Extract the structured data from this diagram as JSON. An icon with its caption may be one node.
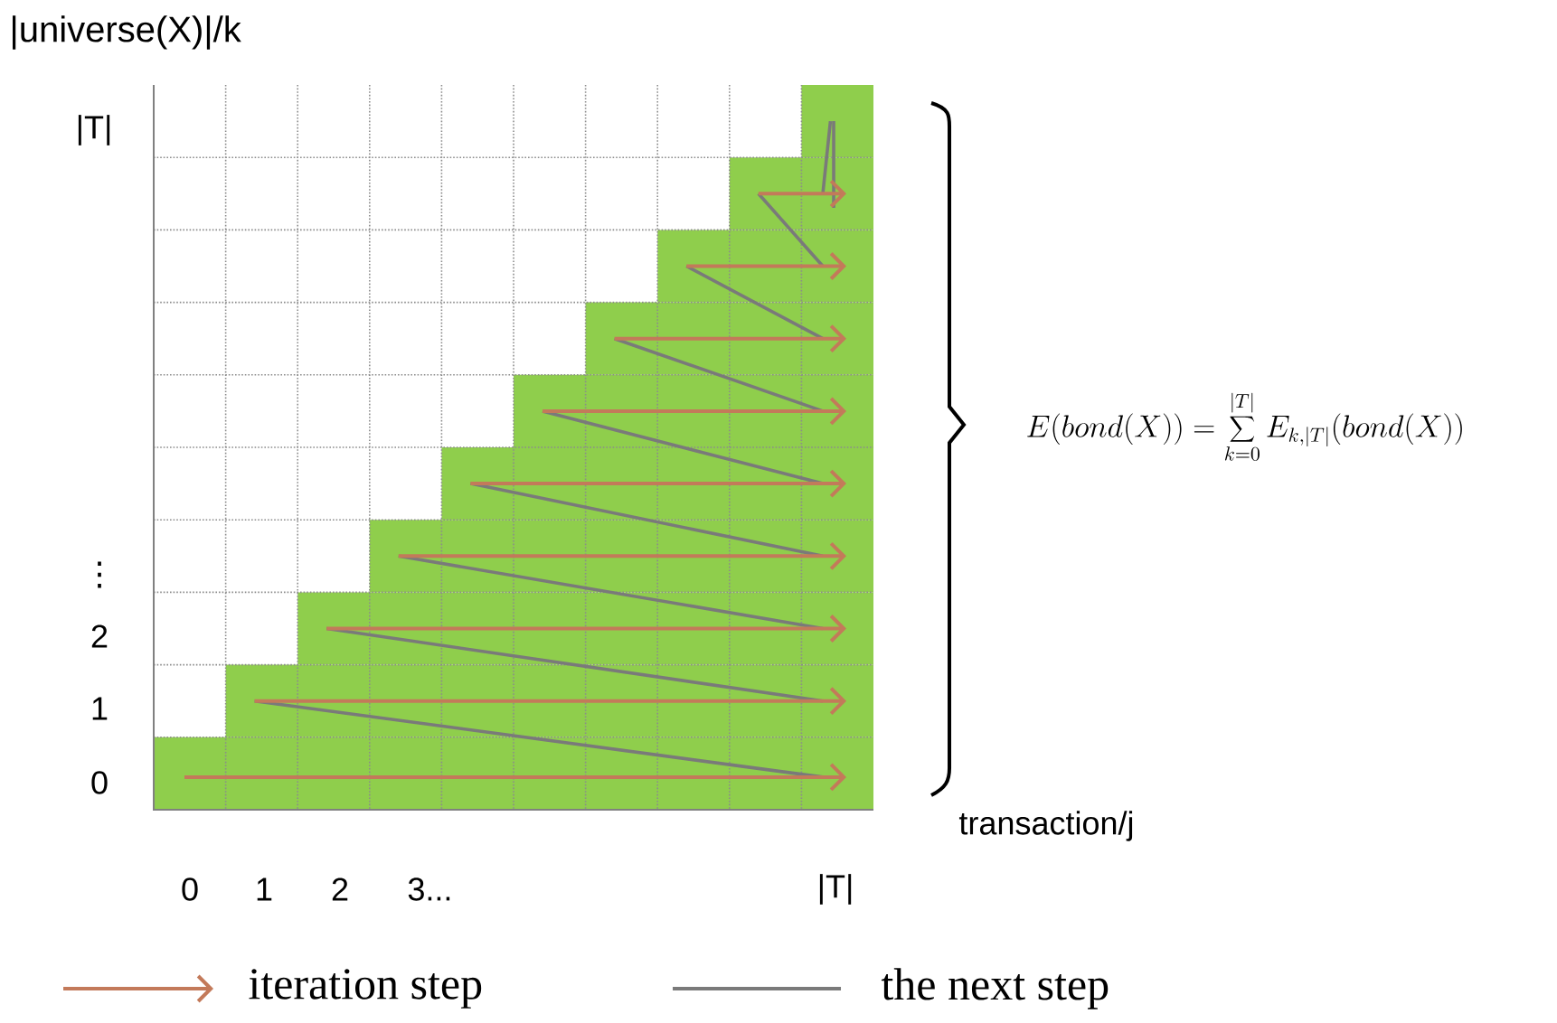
{
  "diagram": {
    "labels": [
      "|universe(X)|/k",
      "|T|",
      "⋮",
      "2",
      "1",
      "0",
      "E(bond(X))=\\sum_{k=0}^{|T|}E_{k,|T|}(bond(X))",
      "transaction/j",
      "0",
      "1",
      "2",
      "3...",
      "|T|"
    ],
    "legend": [
      {
        "text": "iteration step"
      },
      {
        "text": "the next step"
      }
    ]
  }
}
